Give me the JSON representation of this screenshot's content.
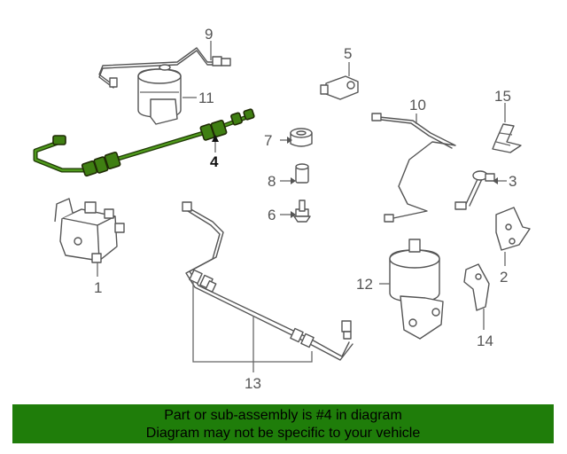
{
  "callouts": {
    "c1": "1",
    "c2": "2",
    "c3": "3",
    "c4": "4",
    "c5": "5",
    "c6": "6",
    "c7": "7",
    "c8": "8",
    "c9": "9",
    "c10": "10",
    "c11": "11",
    "c12": "12",
    "c13": "13",
    "c14": "14",
    "c15": "15"
  },
  "highlight_part": "4",
  "colors": {
    "highlight": "#3f7f12",
    "banner": "#1f7d0a"
  },
  "banner": {
    "line1": "Part or sub-assembly is #4 in diagram",
    "line2": "Diagram may not be specific to your vehicle"
  }
}
